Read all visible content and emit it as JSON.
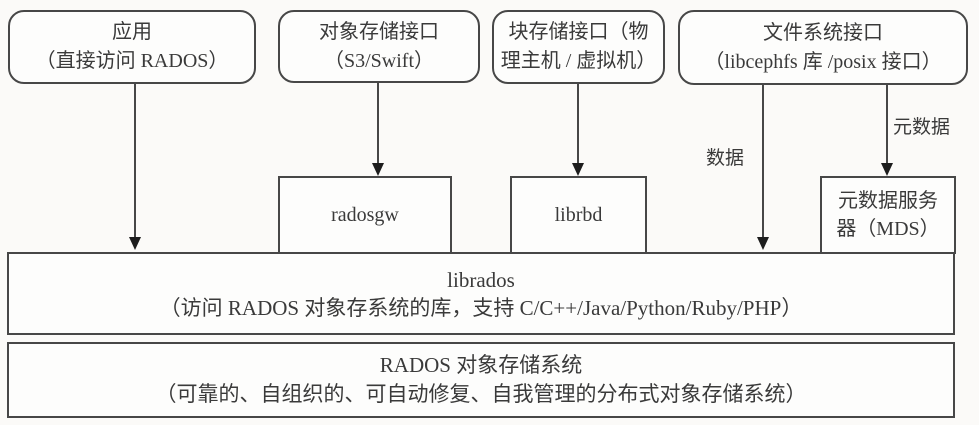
{
  "diagram": {
    "top_boxes": [
      {
        "line1": "应用",
        "line2": "（直接访问 RADOS）"
      },
      {
        "line1": "对象存储接口",
        "line2": "（S3/Swift）"
      },
      {
        "line1": "块存储接口（物",
        "line2": "理主机 / 虚拟机）"
      },
      {
        "line1": "文件系统接口",
        "line2": "（libcephfs 库 /posix 接口）"
      }
    ],
    "mid_boxes": {
      "radosgw": "radosgw",
      "librbd": "librbd",
      "mds_line1": "元数据服务",
      "mds_line2": "器（MDS）"
    },
    "flow_labels": {
      "data": "数据",
      "metadata": "元数据"
    },
    "librados_layer": {
      "line1": "librados",
      "line2": "（访问 RADOS 对象存系统的库，支持 C/C++/Java/Python/Ruby/PHP）"
    },
    "rados_layer": {
      "line1": "RADOS 对象存储系统",
      "line2": "（可靠的、自组织的、可自动修复、自我管理的分布式对象存储系统）"
    },
    "colors": {
      "line": "#474747",
      "text": "#3a3a3a",
      "box_fill": "#fdfdfc",
      "background": "#fbfaf8"
    }
  }
}
